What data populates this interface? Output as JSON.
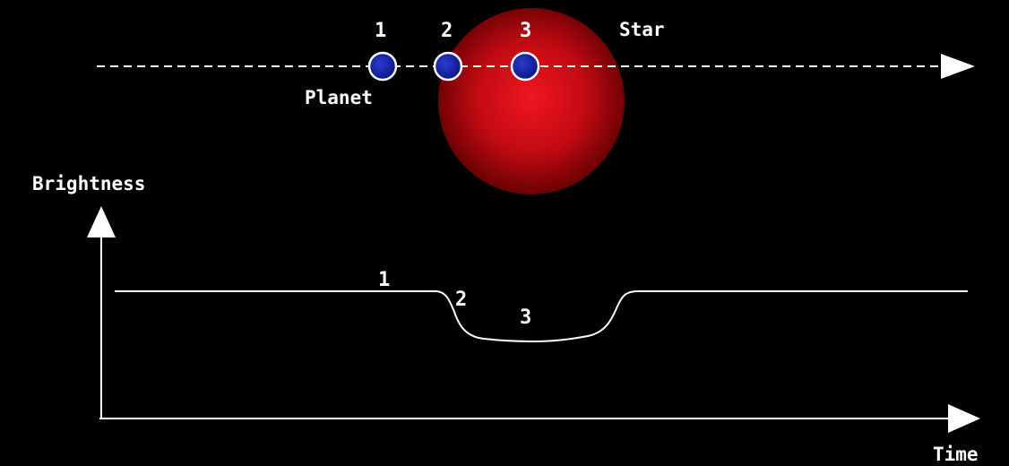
{
  "labels": {
    "star": "Star",
    "planet": "Planet",
    "brightness_axis": "Brightness",
    "time_axis": "Time"
  },
  "positions": [
    {
      "label": "1"
    },
    {
      "label": "2"
    },
    {
      "label": "3"
    }
  ],
  "curve_labels": [
    "1",
    "2",
    "3"
  ],
  "colors": {
    "background": "#000000",
    "line": "#ffffff",
    "star_core": "#e8121e",
    "star_edge": "#6e0000",
    "planet_fill": "#0f1e9c",
    "planet_outline": "#ffffff"
  }
}
